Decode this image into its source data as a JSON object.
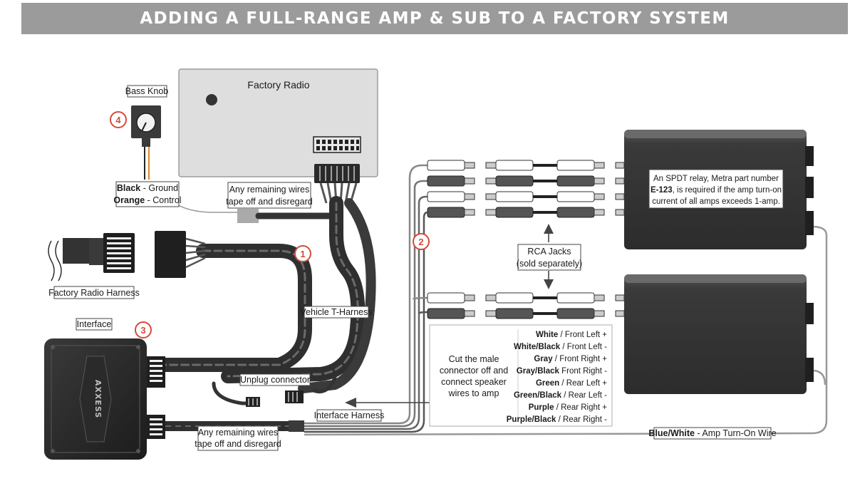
{
  "title": "ADDING A FULL-RANGE AMP & SUB TO A FACTORY SYSTEM",
  "labels": {
    "factory_radio": "Factory Radio",
    "bass_knob": "Bass Knob",
    "ground_color": "Black",
    "ground_desc": " - Ground",
    "control_color": "Orange",
    "control_desc": " - Control",
    "remaining_top_1": "Any remaining wires",
    "remaining_top_2": "tape off and disregard",
    "factory_harness": "Factory Radio Harness",
    "interface": "Interface",
    "interface_brand": "AXXESS",
    "vehicle_t_harness": "Vehicle T-Harness",
    "unplug_connector": "Unplug  connector",
    "interface_harness": "Interface Harness",
    "remaining_bot_1": "Any remaining wires",
    "remaining_bot_2": "tape off and disregard",
    "rca_1": "RCA Jacks",
    "rca_2": "(sold separately)",
    "cut_1": "Cut the male",
    "cut_2": "connector off and",
    "cut_3": "connect speaker",
    "cut_4": "wires to amp",
    "relay_1": "An SPDT relay, Metra part number",
    "relay_2_part": "E-123",
    "relay_2_rest": ", is required if the amp turn-on",
    "relay_3": "current of all amps exceeds 1-amp.",
    "turn_on_color": "Blue/White",
    "turn_on_desc": " - Amp Turn-On Wire"
  },
  "steps": [
    "1",
    "2",
    "3",
    "4"
  ],
  "speaker_wires": [
    {
      "color": "White",
      "desc": " / Front Left +"
    },
    {
      "color": "White/Black",
      "desc": " / Front Left -"
    },
    {
      "color": "Gray",
      "desc": " / Front Right +"
    },
    {
      "color": "Gray/Black",
      "desc": " Front Right -"
    },
    {
      "color": "Green",
      "desc": " / Rear Left +"
    },
    {
      "color": "Green/Black",
      "desc": " / Rear Left -"
    },
    {
      "color": "Purple",
      "desc": " / Rear Right +"
    },
    {
      "color": "Purple/Black",
      "desc": " / Rear Right -"
    }
  ],
  "colors": {
    "banner": "#9b9b9b",
    "step_circle": "#d44a3a",
    "amp": "#3f3f3f"
  }
}
